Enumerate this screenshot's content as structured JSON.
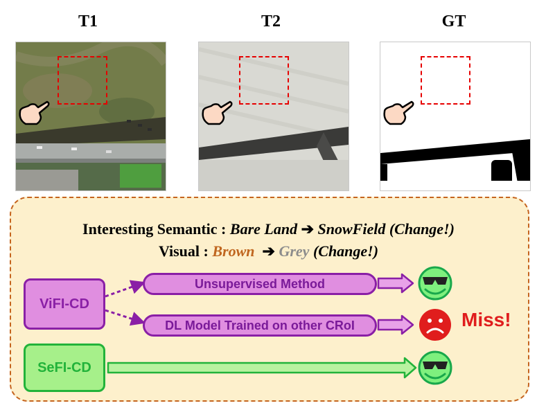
{
  "titles": {
    "t1": "T1",
    "t2": "T2",
    "gt": "GT"
  },
  "panel": {
    "line1": {
      "prefix": "Interesting Semantic : ",
      "from": "Bare Land",
      "arrow": "➔",
      "to": "SnowField",
      "suffix": "(Change!)"
    },
    "line2": {
      "prefix": "Visual : ",
      "from": "Brown",
      "arrow": "➔",
      "to": "Grey",
      "suffix": "(Change!)"
    },
    "methods": {
      "vifi": "ViFI-CD",
      "sefi": "SeFI-CD",
      "unsupervised": "Unsupervised Method",
      "dl": "DL Model Trained on other CRoI"
    },
    "miss": "Miss!"
  },
  "colors": {
    "brown": "#c0661f",
    "grey": "#8c8c8c",
    "purple_fill": "#e08ee0",
    "purple_stroke": "#8a1fa6",
    "green_fill": "#a6f08a",
    "green_stroke": "#22b33a",
    "red": "#e01d1d"
  },
  "icons": [
    "pointing-hand-icon",
    "smiley-sunglasses-icon",
    "sad-face-icon"
  ]
}
